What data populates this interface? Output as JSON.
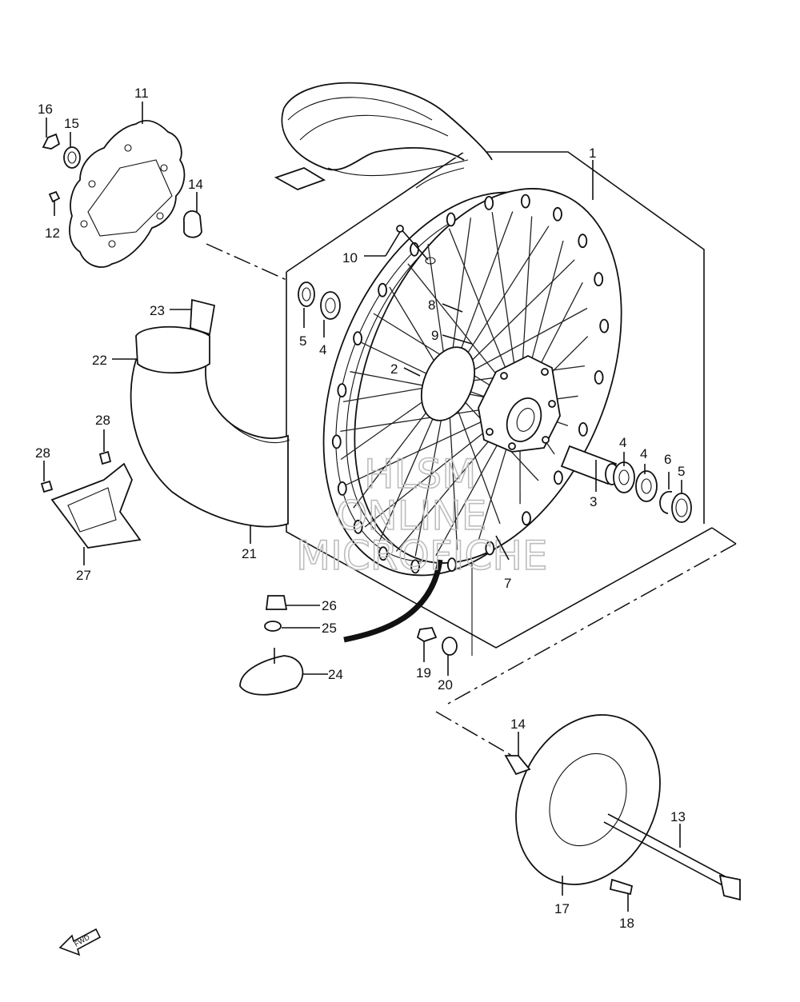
{
  "callouts": [
    {
      "id": "p1",
      "label": "1"
    },
    {
      "id": "p2",
      "label": "2"
    },
    {
      "id": "p3",
      "label": "3"
    },
    {
      "id": "p4a",
      "label": "4"
    },
    {
      "id": "p4b",
      "label": "4"
    },
    {
      "id": "p4c",
      "label": "4"
    },
    {
      "id": "p5a",
      "label": "5"
    },
    {
      "id": "p5b",
      "label": "5"
    },
    {
      "id": "p6",
      "label": "6"
    },
    {
      "id": "p7",
      "label": "7"
    },
    {
      "id": "p8",
      "label": "8"
    },
    {
      "id": "p9",
      "label": "9"
    },
    {
      "id": "p10",
      "label": "10"
    },
    {
      "id": "p11",
      "label": "11"
    },
    {
      "id": "p12",
      "label": "12"
    },
    {
      "id": "p13",
      "label": "13"
    },
    {
      "id": "p14a",
      "label": "14"
    },
    {
      "id": "p14b",
      "label": "14"
    },
    {
      "id": "p15",
      "label": "15"
    },
    {
      "id": "p16",
      "label": "16"
    },
    {
      "id": "p17",
      "label": "17"
    },
    {
      "id": "p18",
      "label": "18"
    },
    {
      "id": "p19",
      "label": "19"
    },
    {
      "id": "p20",
      "label": "20"
    },
    {
      "id": "p21",
      "label": "21"
    },
    {
      "id": "p22",
      "label": "22"
    },
    {
      "id": "p23",
      "label": "23"
    },
    {
      "id": "p24",
      "label": "24"
    },
    {
      "id": "p25",
      "label": "25"
    },
    {
      "id": "p26",
      "label": "26"
    },
    {
      "id": "p27",
      "label": "27"
    },
    {
      "id": "p28a",
      "label": "28"
    },
    {
      "id": "p28b",
      "label": "28"
    }
  ],
  "watermark": {
    "line1": "HLSM",
    "line2": "ONLINE",
    "line3": "MICROFICHE"
  },
  "fwd_label": "FWD"
}
